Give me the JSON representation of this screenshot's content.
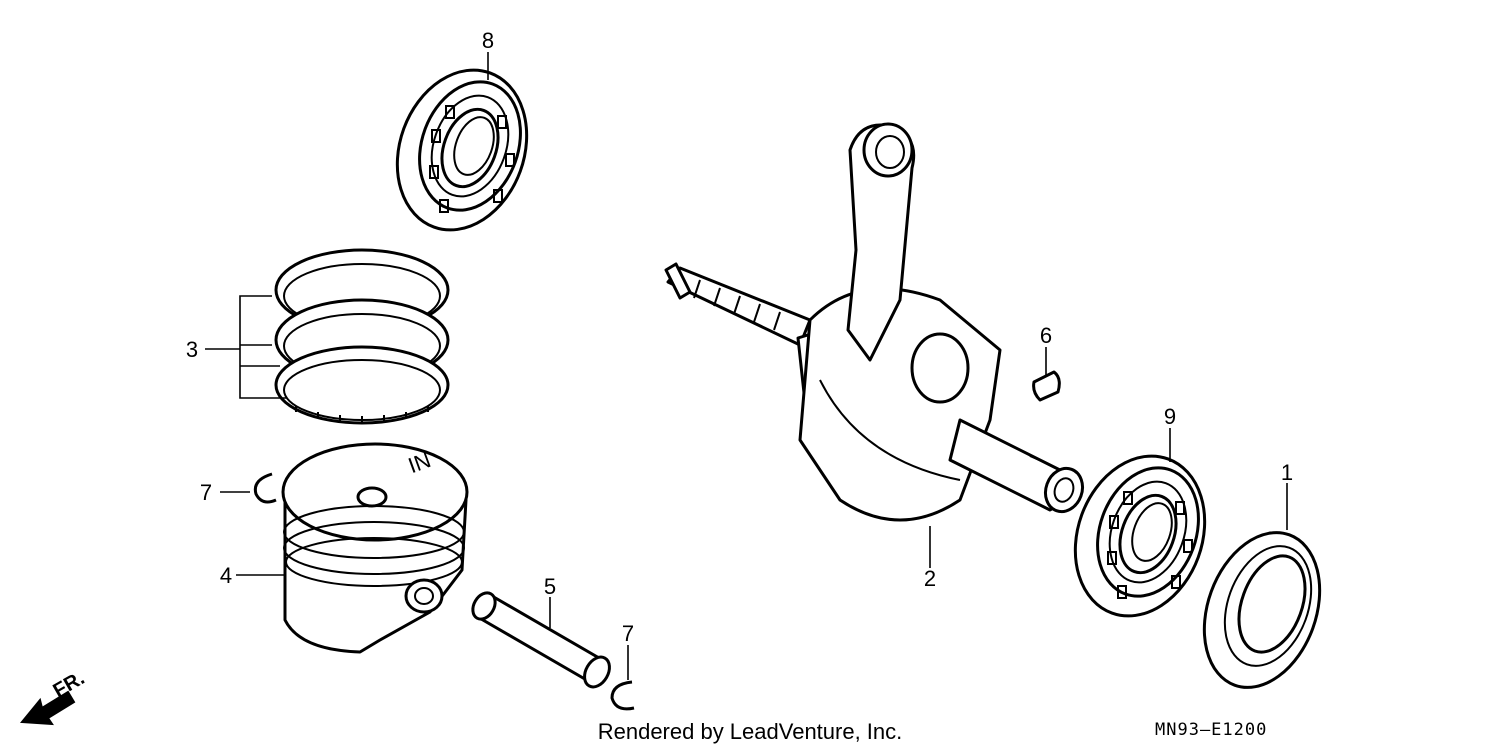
{
  "callouts": {
    "c1": "1",
    "c2": "2",
    "c3": "3",
    "c4": "4",
    "c5": "5",
    "c6": "6",
    "c7a": "7",
    "c7b": "7",
    "c8": "8",
    "c9": "9"
  },
  "piston_mark": "IN",
  "direction_label": "FR.",
  "footer": "Rendered by LeadVenture, Inc.",
  "diagram_code": "MN93–E1200"
}
